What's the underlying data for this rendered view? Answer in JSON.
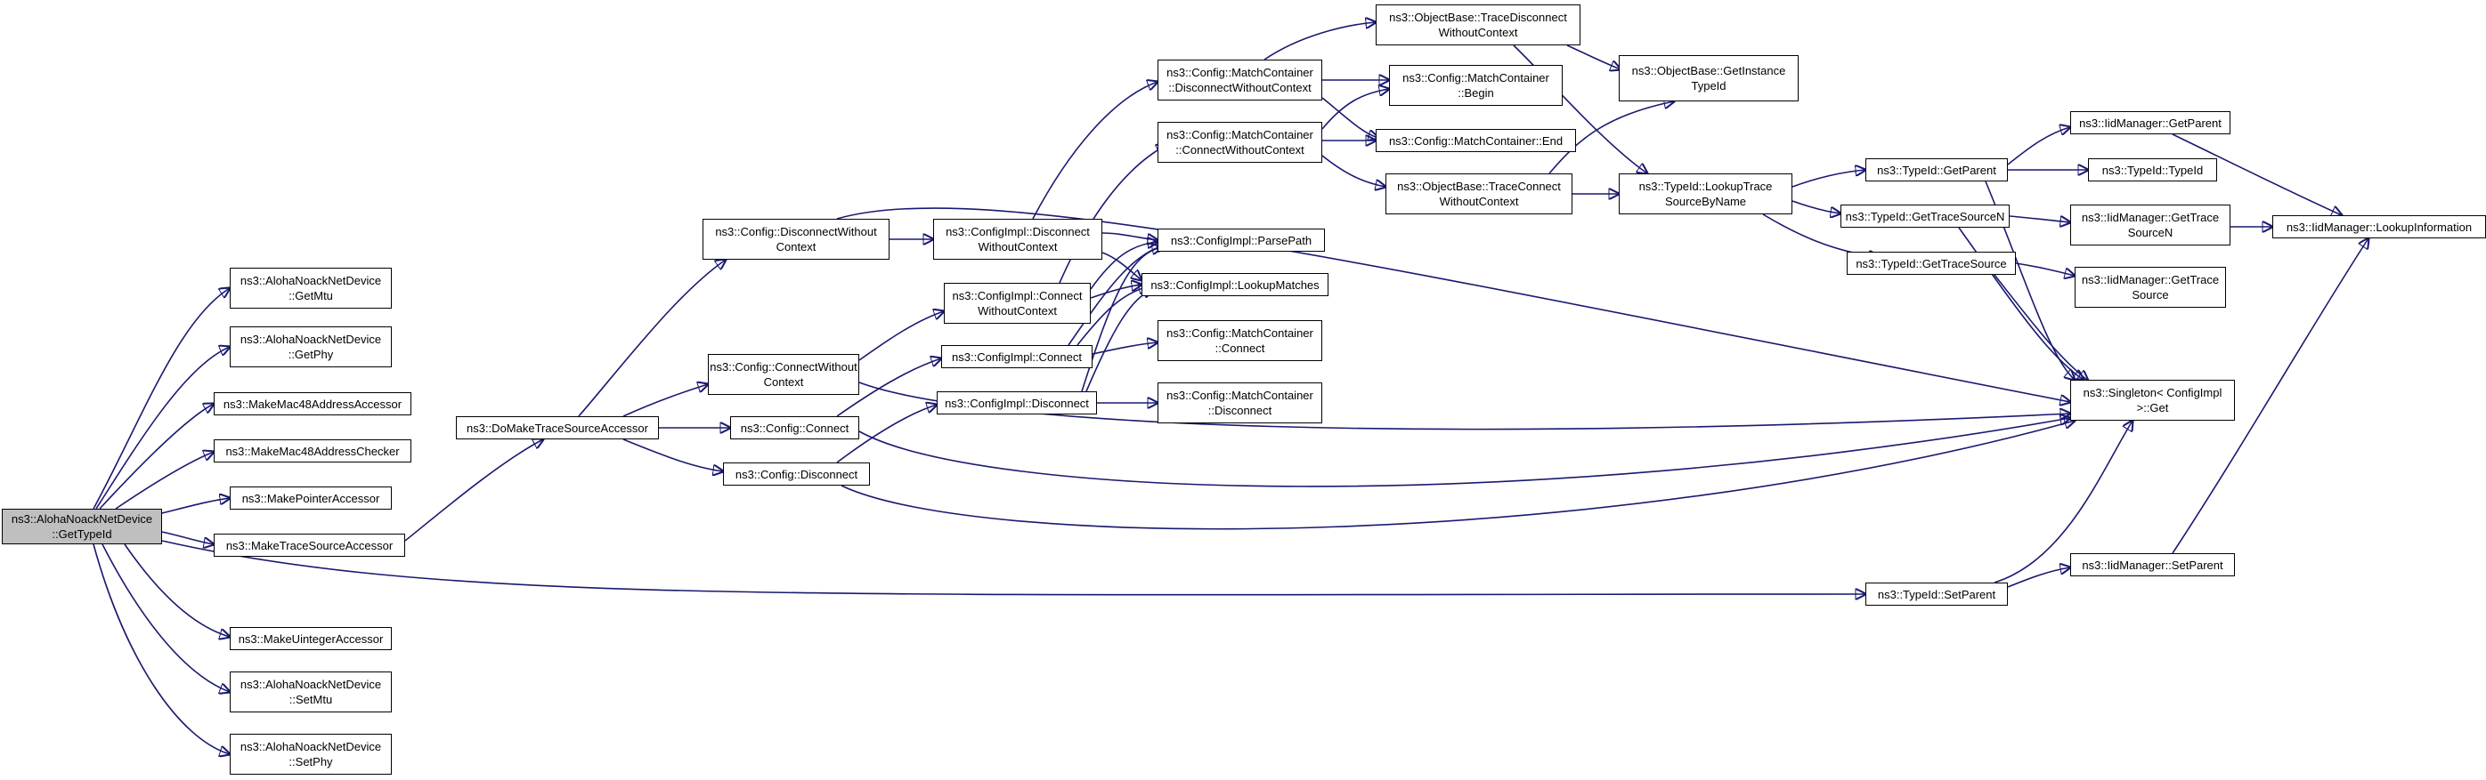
{
  "graph": {
    "title": "ns3::AlohaNoackNetDevice::GetTypeId call graph",
    "edge_color": "#191970",
    "root_fill": "#bfbfbf",
    "nodes": [
      {
        "id": "root",
        "lines": [
          "ns3::AlohaNoackNetDevice",
          "::GetTypeId"
        ],
        "root": true
      },
      {
        "id": "getmtu",
        "lines": [
          "ns3::AlohaNoackNetDevice",
          "::GetMtu"
        ]
      },
      {
        "id": "getphy",
        "lines": [
          "ns3::AlohaNoackNetDevice",
          "::GetPhy"
        ]
      },
      {
        "id": "mkmac48acc",
        "lines": [
          "ns3::MakeMac48AddressAccessor"
        ]
      },
      {
        "id": "mkmac48chk",
        "lines": [
          "ns3::MakeMac48AddressChecker"
        ]
      },
      {
        "id": "mkptracc",
        "lines": [
          "ns3::MakePointerAccessor"
        ]
      },
      {
        "id": "mktsacc",
        "lines": [
          "ns3::MakeTraceSourceAccessor"
        ]
      },
      {
        "id": "mkuintacc",
        "lines": [
          "ns3::MakeUintegerAccessor"
        ]
      },
      {
        "id": "setmtu",
        "lines": [
          "ns3::AlohaNoackNetDevice",
          "::SetMtu"
        ]
      },
      {
        "id": "setphy",
        "lines": [
          "ns3::AlohaNoackNetDevice",
          "::SetPhy"
        ]
      },
      {
        "id": "domktsacc",
        "lines": [
          "ns3::DoMakeTraceSourceAccessor"
        ]
      },
      {
        "id": "cfgdiscwoc",
        "lines": [
          "ns3::Config::DisconnectWithout",
          "Context"
        ]
      },
      {
        "id": "cfgconnwoc",
        "lines": [
          "ns3::Config::ConnectWithout",
          "Context"
        ]
      },
      {
        "id": "cfgconnect",
        "lines": [
          "ns3::Config::Connect"
        ]
      },
      {
        "id": "cfgdisconnect",
        "lines": [
          "ns3::Config::Disconnect"
        ]
      },
      {
        "id": "implDiscWoc",
        "lines": [
          "ns3::ConfigImpl::Disconnect",
          "WithoutContext"
        ]
      },
      {
        "id": "implConnWoc",
        "lines": [
          "ns3::ConfigImpl::Connect",
          "WithoutContext"
        ]
      },
      {
        "id": "implConnect",
        "lines": [
          "ns3::ConfigImpl::Connect"
        ]
      },
      {
        "id": "implDisconnect",
        "lines": [
          "ns3::ConfigImpl::Disconnect"
        ]
      },
      {
        "id": "mcDiscWoc",
        "lines": [
          "ns3::Config::MatchContainer",
          "::DisconnectWithoutContext"
        ]
      },
      {
        "id": "mcConnWoc",
        "lines": [
          "ns3::Config::MatchContainer",
          "::ConnectWithoutContext"
        ]
      },
      {
        "id": "parsePath",
        "lines": [
          "ns3::ConfigImpl::ParsePath"
        ]
      },
      {
        "id": "lookupMatches",
        "lines": [
          "ns3::ConfigImpl::LookupMatches"
        ]
      },
      {
        "id": "mcConnect",
        "lines": [
          "ns3::Config::MatchContainer",
          "::Connect"
        ]
      },
      {
        "id": "mcDisconnect",
        "lines": [
          "ns3::Config::MatchContainer",
          "::Disconnect"
        ]
      },
      {
        "id": "obTraceDisc",
        "lines": [
          "ns3::ObjectBase::TraceDisconnect",
          "WithoutContext"
        ]
      },
      {
        "id": "mcBegin",
        "lines": [
          "ns3::Config::MatchContainer",
          "::Begin"
        ]
      },
      {
        "id": "mcEnd",
        "lines": [
          "ns3::Config::MatchContainer::End"
        ]
      },
      {
        "id": "obTraceConn",
        "lines": [
          "ns3::ObjectBase::TraceConnect",
          "WithoutContext"
        ]
      },
      {
        "id": "obGetInst",
        "lines": [
          "ns3::ObjectBase::GetInstance",
          "TypeId"
        ]
      },
      {
        "id": "lookupTS",
        "lines": [
          "ns3::TypeId::LookupTrace",
          "SourceByName"
        ]
      },
      {
        "id": "tidGetParent",
        "lines": [
          "ns3::TypeId::GetParent"
        ]
      },
      {
        "id": "tidGetTSN",
        "lines": [
          "ns3::TypeId::GetTraceSourceN"
        ]
      },
      {
        "id": "tidGetTS",
        "lines": [
          "ns3::TypeId::GetTraceSource"
        ]
      },
      {
        "id": "tidSetParent",
        "lines": [
          "ns3::TypeId::SetParent"
        ]
      },
      {
        "id": "iidGetParent",
        "lines": [
          "ns3::IidManager::GetParent"
        ]
      },
      {
        "id": "tidTypeId",
        "lines": [
          "ns3::TypeId::TypeId"
        ]
      },
      {
        "id": "iidGetTSN",
        "lines": [
          "ns3::IidManager::GetTrace",
          "SourceN"
        ]
      },
      {
        "id": "iidGetTS",
        "lines": [
          "ns3::IidManager::GetTrace",
          "Source"
        ]
      },
      {
        "id": "singleton",
        "lines": [
          "ns3::Singleton< ConfigImpl",
          ">::Get"
        ]
      },
      {
        "id": "iidSetParent",
        "lines": [
          "ns3::IidManager::SetParent"
        ]
      },
      {
        "id": "iidLookup",
        "lines": [
          "ns3::IidManager::LookupInformation"
        ]
      }
    ]
  }
}
